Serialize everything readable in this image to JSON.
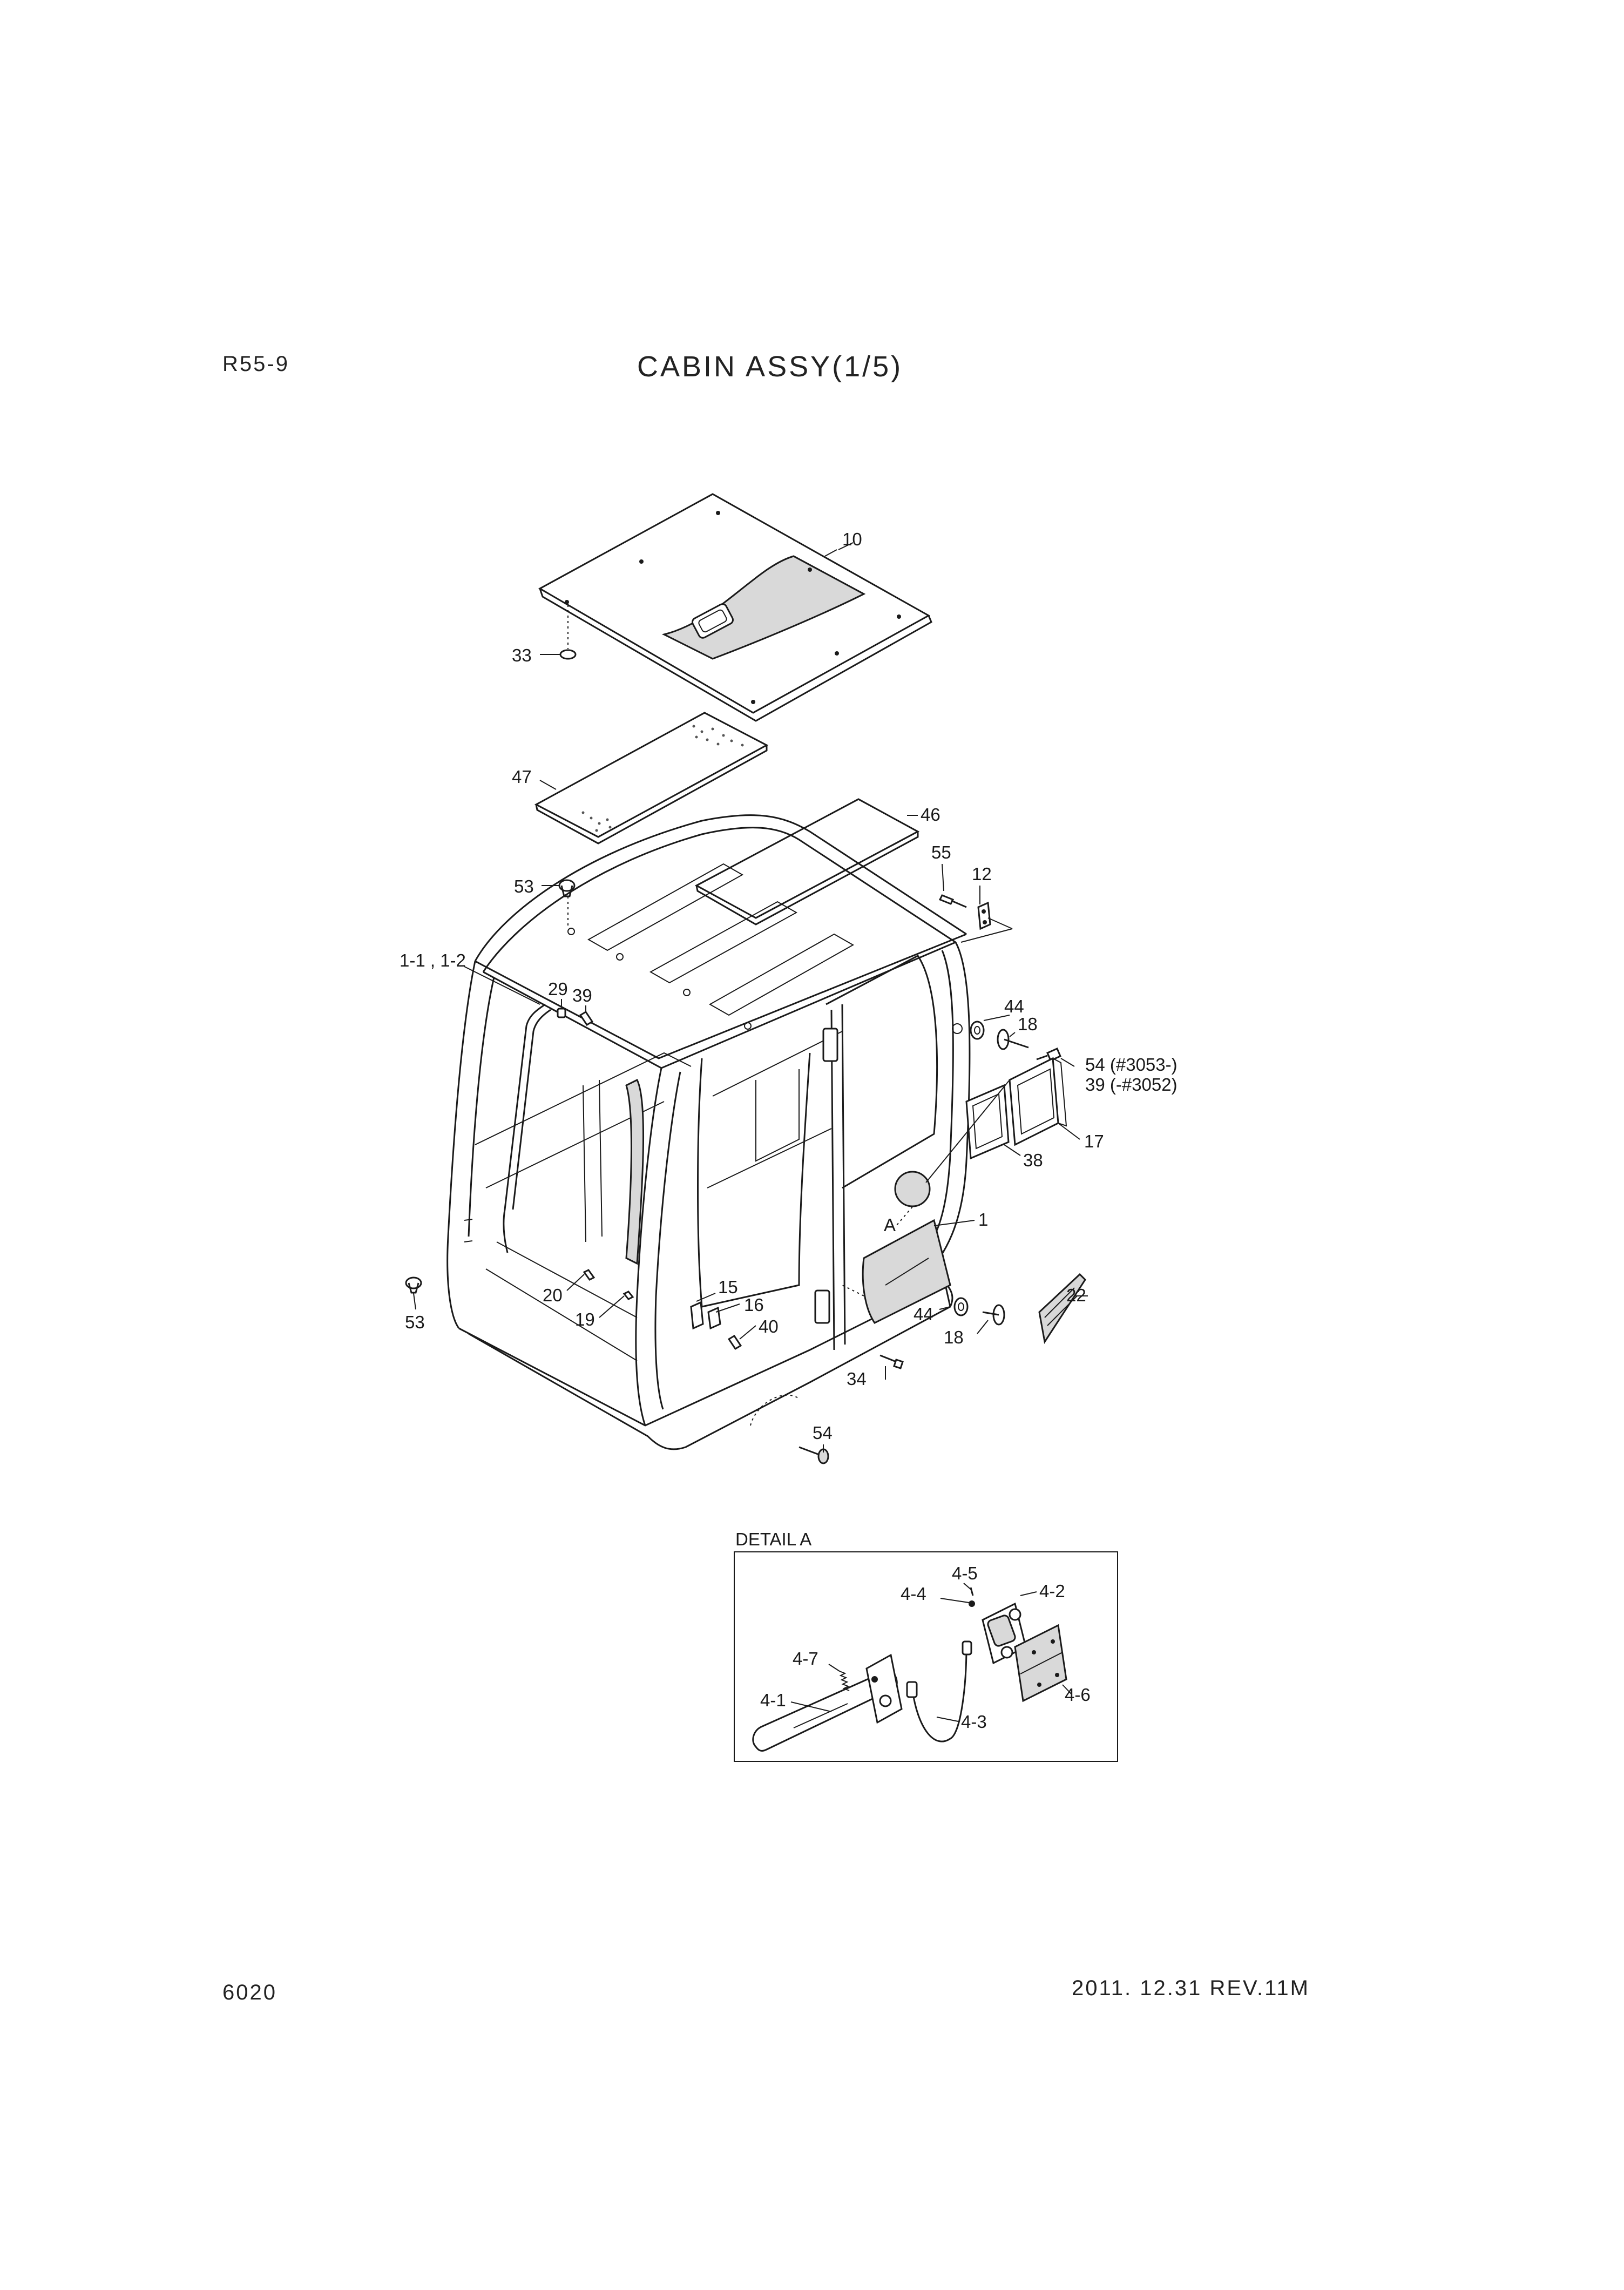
{
  "header": {
    "model": "R55-9",
    "title": "CABIN ASSY(1/5)"
  },
  "footer": {
    "page_number": "6020",
    "revision": "2011. 12.31 REV.11M"
  },
  "detail": {
    "title": "DETAIL A",
    "marker": "A"
  },
  "callouts": {
    "c10": "10",
    "c33": "33",
    "c47": "47",
    "c46": "46",
    "c55": "55",
    "c12": "12",
    "c53_top": "53",
    "c1_12": "1-1 , 1-2",
    "c29": "29",
    "c39": "39",
    "c44_top": "44",
    "c18_top": "18",
    "c54_new": "54 (#3053-)",
    "c39_old": "39 (-#3052)",
    "c17": "17",
    "c38": "38",
    "c1": "1",
    "c22": "22",
    "c44_bot": "44",
    "c18_bot": "18",
    "c15": "15",
    "c16": "16",
    "c40": "40",
    "c20": "20",
    "c19": "19",
    "c53_bot": "53",
    "c34": "34",
    "c54_bot": "54",
    "c4_5": "4-5",
    "c4_4": "4-4",
    "c4_2": "4-2",
    "c4_7": "4-7",
    "c4_6": "4-6",
    "c4_1": "4-1",
    "c4_3": "4-3"
  }
}
